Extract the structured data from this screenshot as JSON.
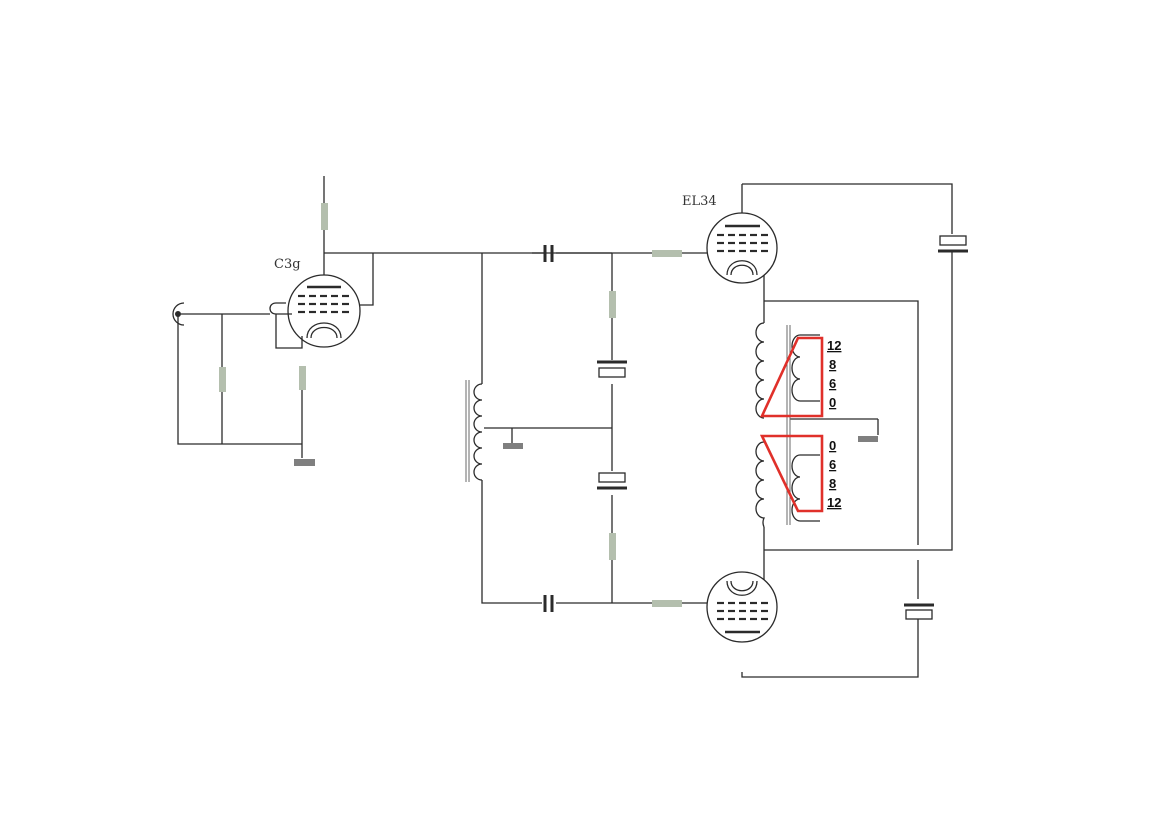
{
  "tubes": {
    "driver": {
      "label": "C3g"
    },
    "output_top": {
      "label": "EL34"
    }
  },
  "transformer_taps": {
    "upper": [
      "12",
      "8",
      "6",
      "0"
    ],
    "lower": [
      "0",
      "6",
      "8",
      "12"
    ]
  },
  "colors": {
    "wire": "#2b2b2b",
    "resistor": "#b4bfae",
    "ground": "#7f7f7f",
    "tap_highlight": "#e0302a"
  }
}
